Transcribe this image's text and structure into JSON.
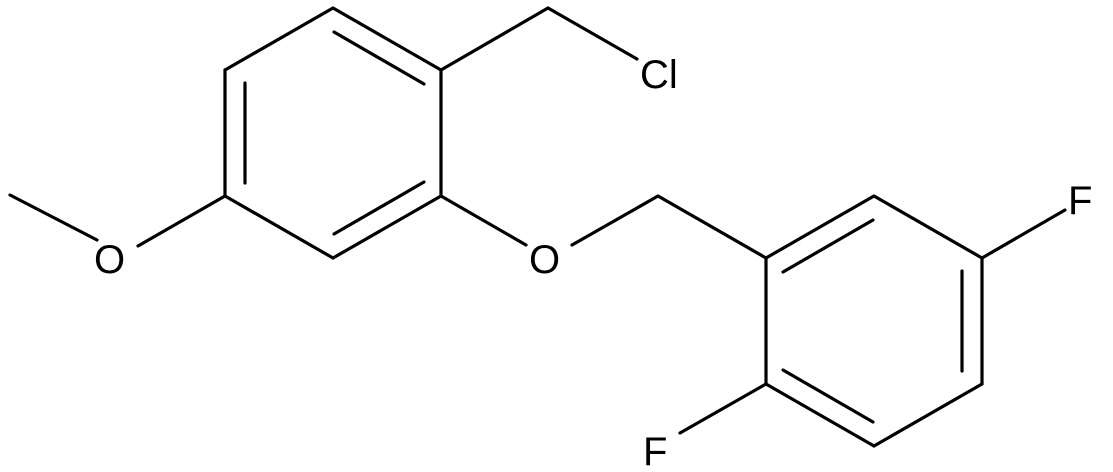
{
  "diagram": {
    "type": "chemical-structure",
    "colors": {
      "bond": "#000000",
      "label": "#000000",
      "background": "#ffffff"
    },
    "atoms": [
      {
        "id": "cl",
        "label": "Cl"
      },
      {
        "id": "o_methoxy",
        "label": "O"
      },
      {
        "id": "o_ether",
        "label": "O"
      },
      {
        "id": "f_top",
        "label": "F"
      },
      {
        "id": "f_bottom",
        "label": "F"
      }
    ]
  }
}
